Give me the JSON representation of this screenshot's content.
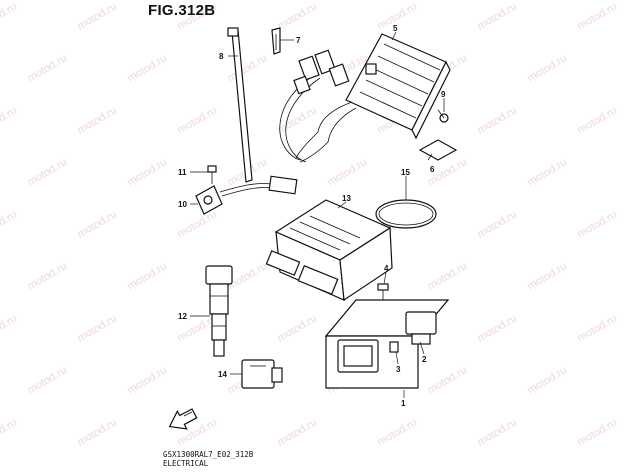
{
  "figure": {
    "title": "FIG.312B",
    "code": "GSX1300RAL7_E02_312B",
    "section": "ELECTRICAL"
  },
  "watermark": {
    "text": "motod.ru"
  },
  "callouts": [
    {
      "part": "1",
      "label": "1"
    },
    {
      "part": "2",
      "label": "2"
    },
    {
      "part": "3",
      "label": "3"
    },
    {
      "part": "4",
      "label": "4"
    },
    {
      "part": "5",
      "label": "5"
    },
    {
      "part": "6",
      "label": "6"
    },
    {
      "part": "7",
      "label": "7"
    },
    {
      "part": "8",
      "label": "8"
    },
    {
      "part": "9",
      "label": "9"
    },
    {
      "part": "10",
      "label": "10"
    },
    {
      "part": "11",
      "label": "11"
    },
    {
      "part": "12",
      "label": "12"
    },
    {
      "part": "13",
      "label": "13"
    },
    {
      "part": "14",
      "label": "14"
    },
    {
      "part": "15",
      "label": "15"
    }
  ],
  "icons": [
    "front-arrow-icon"
  ]
}
